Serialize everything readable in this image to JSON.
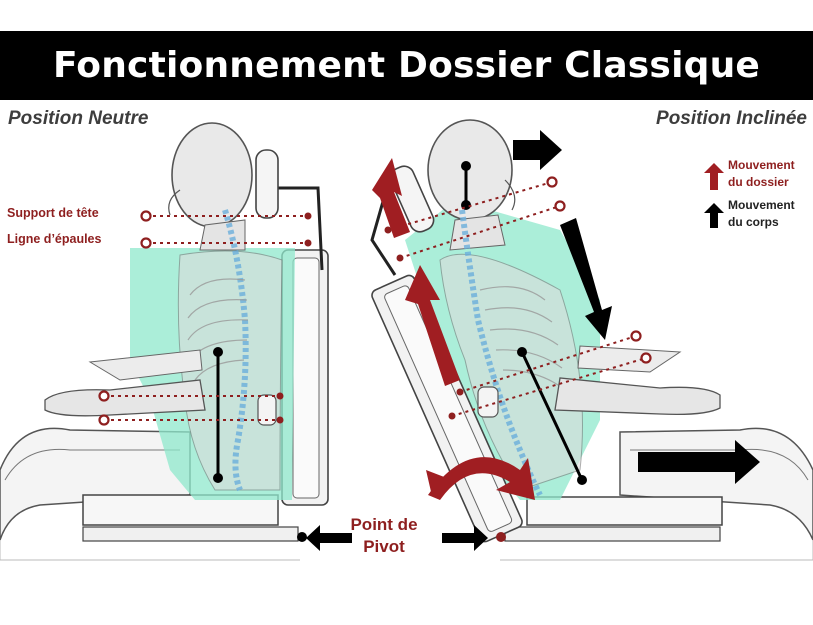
{
  "title": "Fonctionnement Dossier Classique",
  "left_label": "Position Neutre",
  "right_label": "Position Inclinée",
  "annotations": {
    "head_support": "Support de tête",
    "shoulder_line": "Ligne d’épaules"
  },
  "pivot": {
    "line1": "Point de",
    "line2": "Pivot"
  },
  "legend": {
    "backrest_movement_line1": "Mouvement",
    "backrest_movement_line2": "du dossier",
    "body_movement_line1": "Mouvement",
    "body_movement_line2": "du corps"
  },
  "colors": {
    "dark_red": "#8e1f1f",
    "teal": "#8fe8cc",
    "black": "#000000"
  }
}
